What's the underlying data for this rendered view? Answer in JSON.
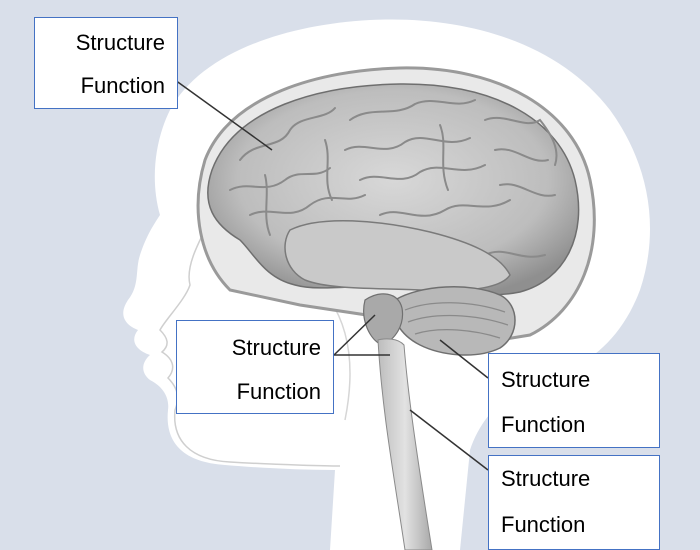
{
  "diagram": {
    "labels": [
      {
        "structure": "Structure",
        "function": "Function"
      },
      {
        "structure": "Structure",
        "function": "Function"
      },
      {
        "structure": "Structure",
        "function": "Function"
      },
      {
        "structure": "Structure",
        "function": "Function"
      }
    ]
  },
  "colors": {
    "background": "#d9dfea",
    "head_fill": "#ffffff",
    "brain": "#b9b9b9",
    "box_border": "#4472c4",
    "leader_line": "#333333"
  }
}
